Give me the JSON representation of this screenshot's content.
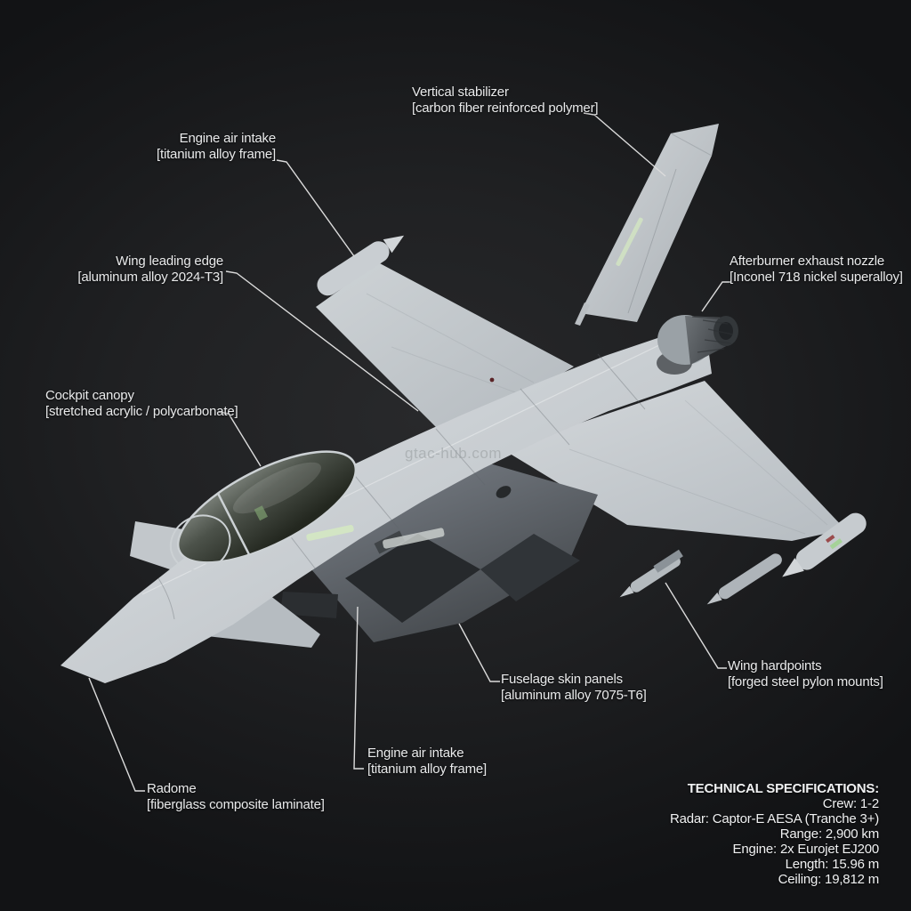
{
  "watermark": "gtac-hub.com",
  "callouts": [
    {
      "id": "vertical-stabilizer",
      "name": "Vertical stabilizer",
      "material": "[carbon fiber reinforced polymer]"
    },
    {
      "id": "engine-air-intake-top",
      "name": "Engine air intake",
      "material": "[titanium alloy frame]"
    },
    {
      "id": "wing-leading-edge",
      "name": "Wing leading edge",
      "material": "[aluminum alloy 2024-T3]"
    },
    {
      "id": "afterburner",
      "name": "Afterburner exhaust nozzle",
      "material": "[Inconel 718 nickel superalloy]"
    },
    {
      "id": "cockpit-canopy",
      "name": "Cockpit canopy",
      "material": "[stretched acrylic / polycarbonate]"
    },
    {
      "id": "fuselage-skin-panels",
      "name": "Fuselage skin panels",
      "material": "[aluminum alloy 7075-T6]"
    },
    {
      "id": "wing-hardpoints",
      "name": "Wing hardpoints",
      "material": "[forged steel pylon mounts]"
    },
    {
      "id": "engine-air-intake-bottom",
      "name": "Engine air intake",
      "material": "[titanium alloy frame]"
    },
    {
      "id": "radome",
      "name": "Radome",
      "material": "[fiberglass composite laminate]"
    }
  ],
  "specs": {
    "title": "TECHNICAL SPECIFICATIONS:",
    "items": [
      "Crew: 1-2",
      "Radar: Captor-E AESA (Tranche 3+)",
      "Range: 2,900 km",
      "Engine: 2x Eurojet EJ200",
      "Length: 15.96 m",
      "Ceiling: 19,812 m"
    ]
  },
  "colors": {
    "background": "#1d1e20",
    "aircraft_light": "#d9dde0",
    "aircraft_mid": "#c7ccd0",
    "aircraft_shadow": "#9ba1a7",
    "label_text": "#e9eaeb",
    "leader_line": "#dcdcdc",
    "watermark_text": "#96999c",
    "formation_light_green": "#d4e8c2"
  }
}
